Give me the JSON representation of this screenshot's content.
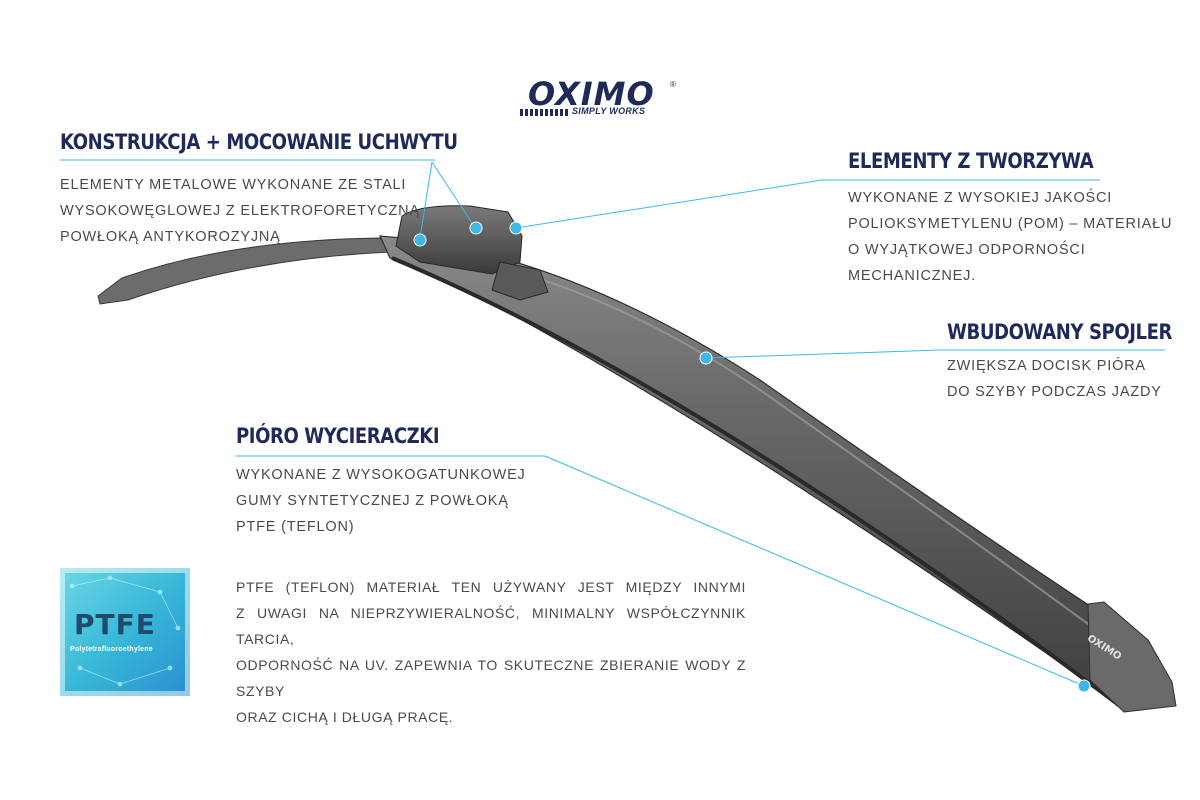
{
  "brand": {
    "name": "OXIMO",
    "tagline": "SIMPLY WORKS",
    "registered": "®",
    "blade_mark": "OXIMO"
  },
  "colors": {
    "heading": "#1f2a5a",
    "text": "#4a4a4a",
    "pointer": "#3db8e6",
    "blade": "#5c5c5c"
  },
  "sections": {
    "mount": {
      "title": "KONSTRUKCJA + MOCOWANIE UCHWYTU",
      "lines": [
        "ELEMENTY METALOWE WYKONANE ZE STALI",
        "WYSOKOWĘGLOWEJ Z ELEKTROFORETYCZNĄ",
        "POWŁOKĄ ANTYKOROZYJNĄ"
      ]
    },
    "plastic": {
      "title": "ELEMENTY Z TWORZYWA",
      "lines": [
        "WYKONANE Z WYSOKIEJ JAKOŚCI",
        "POLIOKSYMETYLENU (POM) – MATERIAŁU",
        "O WYJĄTKOWEJ ODPORNOŚCI",
        "MECHANICZNEJ."
      ]
    },
    "spoiler": {
      "title": "WBUDOWANY SPOJLER",
      "lines": [
        "ZWIĘKSZA DOCISK PIÓRA",
        "DO SZYBY PODCZAS JAZDY"
      ]
    },
    "blade": {
      "title": "PIÓRO WYCIERACZKI",
      "lines": [
        "WYKONANE Z WYSOKOGATUNKOWEJ",
        "GUMY SYNTETYCZNEJ Z POWŁOKĄ",
        "PTFE (TEFLON)"
      ]
    },
    "ptfe_info": {
      "lines": [
        "PTFE (TEFLON) MATERIAŁ TEN UŻYWANY JEST MIĘDZY INNYMI",
        "Z UWAGI NA NIEPRZYWIERALNOŚĆ, MINIMALNY WSPÓŁCZYNNIK TARCIA,",
        "ODPORNOŚĆ NA UV. ZAPEWNIA TO SKUTECZNE ZBIERANIE WODY Z SZYBY",
        "ORAZ CICHĄ I DŁUGĄ PRACĘ."
      ]
    }
  },
  "ptfe_badge": {
    "label": "PTFE",
    "sublabel": "Polytetrafluoroethylene"
  },
  "icons": [
    "oximo-logo",
    "ptfe-badge-icon",
    "wiper-blade-image",
    "pointer-dot-icon"
  ]
}
